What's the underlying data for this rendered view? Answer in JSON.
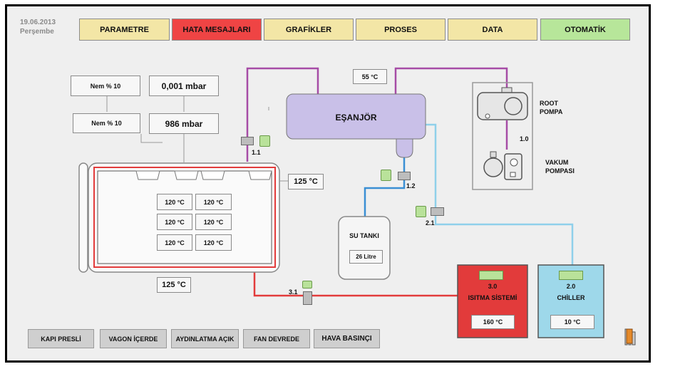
{
  "header": {
    "date": "19.06.2013",
    "day": "Perşembe"
  },
  "tabs": [
    {
      "label": "PARAMETRE",
      "color": "#f3e6a6"
    },
    {
      "label": "HATA MESAJLARI",
      "color": "#ef4444"
    },
    {
      "label": "GRAFİKLER",
      "color": "#f3e6a6"
    },
    {
      "label": "PROSES",
      "color": "#f3e6a6"
    },
    {
      "label": "DATA",
      "color": "#f3e6a6"
    },
    {
      "label": "OTOMATİK",
      "color": "#b7e69a"
    }
  ],
  "readouts": {
    "nem1": "Nem % 10",
    "nem2": "Nem % 10",
    "pressure1": "0,001 mbar",
    "pressure2": "986 mbar",
    "chamber_temp_right": "125 °C",
    "chamber_temp_bottom": "125 °C",
    "exchanger_temp": "55 °C",
    "zones": [
      "120 °C",
      "120 °C",
      "120 °C",
      "120 °C",
      "120 °C",
      "120 °C"
    ]
  },
  "exchanger": {
    "label": "EŞANJÖR"
  },
  "pumps": {
    "root_label_1": "ROOT",
    "root_label_2": "POMPA",
    "id": "1.0",
    "vacuum_label_1": "VAKUM",
    "vacuum_label_2": "POMPASI"
  },
  "water_tank": {
    "label": "SU TANKI",
    "value": "26 Litre"
  },
  "heating": {
    "id": "3.0",
    "label": "ISITMA SİSTEMİ",
    "value": "160 °C",
    "color": "#e23b3b"
  },
  "chiller": {
    "id": "2.0",
    "label": "CHİLLER",
    "value": "10 °C",
    "color": "#9ed8ea"
  },
  "valves": {
    "v11": "1.1",
    "v12": "1.2",
    "v21": "2.1",
    "v31": "3.1"
  },
  "buttons": [
    {
      "label": "KAPI PRESLİ"
    },
    {
      "label": "VAGON İÇERDE"
    },
    {
      "label": "AYDINLATMA AÇIK"
    },
    {
      "label": "FAN DEVREDE"
    },
    {
      "label": "HAVA BASINÇI"
    }
  ],
  "colors": {
    "vacuum_line": "#a64ca6",
    "water_line": "#3a8fd4",
    "chiller_line": "#8fd0ea",
    "heat_line": "#e23b3b",
    "exchanger_fill": "#c9c0e8"
  }
}
